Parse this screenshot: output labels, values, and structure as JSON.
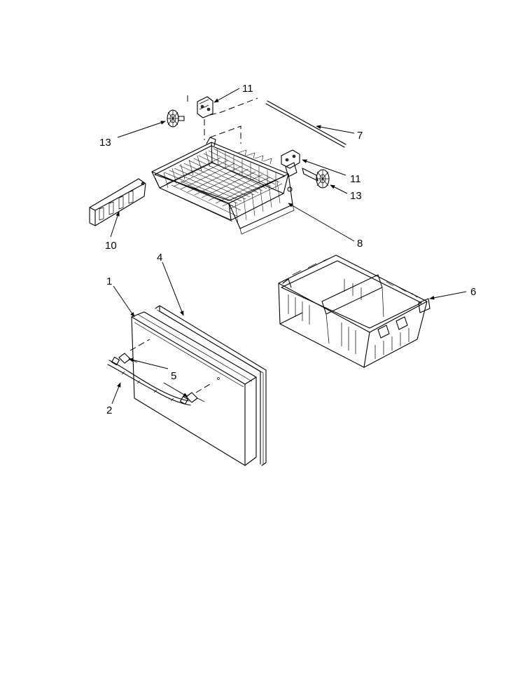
{
  "callouts": [
    {
      "id": "c11a",
      "label": "11"
    },
    {
      "id": "c13a",
      "label": "13"
    },
    {
      "id": "c7",
      "label": "7"
    },
    {
      "id": "c11b",
      "label": "11"
    },
    {
      "id": "c13b",
      "label": "13"
    },
    {
      "id": "c10",
      "label": "10"
    },
    {
      "id": "c8",
      "label": "8"
    },
    {
      "id": "c4",
      "label": "4"
    },
    {
      "id": "c1",
      "label": "1"
    },
    {
      "id": "c6",
      "label": "6"
    },
    {
      "id": "c5",
      "label": "5"
    },
    {
      "id": "c2",
      "label": "2"
    }
  ]
}
